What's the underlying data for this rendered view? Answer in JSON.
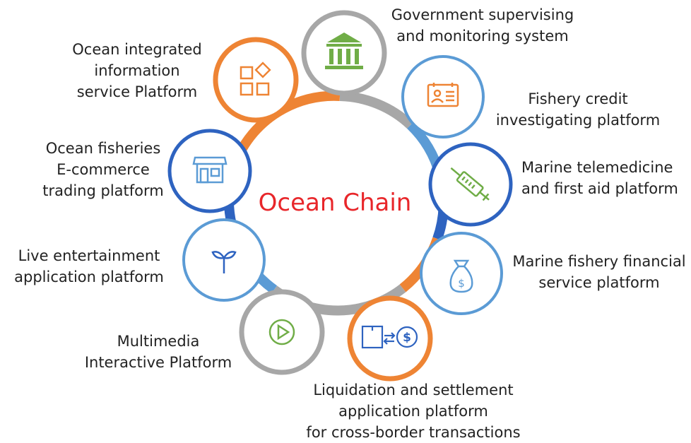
{
  "center": {
    "title": "Ocean Chain",
    "color": "#e8262a"
  },
  "colors": {
    "orange": "#ee8434",
    "gray": "#a7a7a7",
    "blue": "#2e63c0",
    "light_blue": "#5b9bd5",
    "green": "#70ad47"
  },
  "nodes": [
    {
      "id": "government",
      "icon": "bank-icon",
      "lines": [
        "Government supervising",
        "and monitoring system"
      ]
    },
    {
      "id": "credit",
      "icon": "id-card-icon",
      "lines": [
        "Fishery credit",
        "investigating platform"
      ]
    },
    {
      "id": "telemedicine",
      "icon": "syringe-icon",
      "lines": [
        "Marine telemedicine",
        "and first aid platform"
      ]
    },
    {
      "id": "financial",
      "icon": "money-bag-icon",
      "lines": [
        "Marine fishery financial",
        "service platform"
      ]
    },
    {
      "id": "liquidation",
      "icon": "exchange-dollar-icon",
      "lines": [
        "Liquidation and settlement",
        "application platform",
        "for cross-border transactions"
      ]
    },
    {
      "id": "multimedia",
      "icon": "play-icon",
      "lines": [
        "Multimedia",
        "Interactive Platform"
      ]
    },
    {
      "id": "entertainment",
      "icon": "sprout-icon",
      "lines": [
        "Live entertainment",
        "application platform"
      ]
    },
    {
      "id": "ecommerce",
      "icon": "store-icon",
      "lines": [
        "Ocean fisheries",
        "E-commerce",
        "trading platform"
      ]
    },
    {
      "id": "integrated",
      "icon": "grid-shapes-icon",
      "lines": [
        "Ocean integrated",
        "information",
        "service Platform"
      ]
    }
  ]
}
